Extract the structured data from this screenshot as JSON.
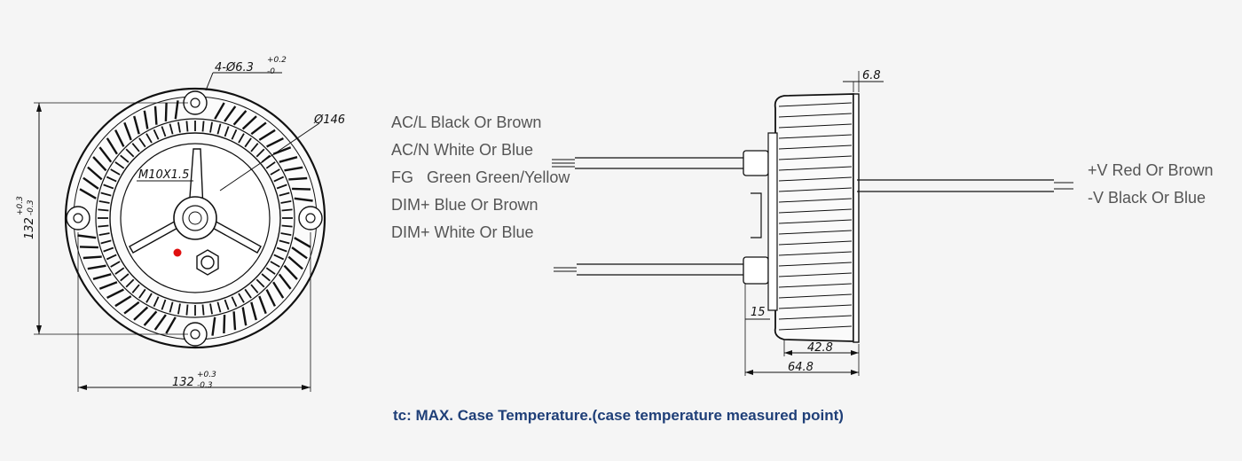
{
  "front_view": {
    "hole_spec": {
      "main": "4-Ø6.3",
      "tol_upper": "+0.2",
      "tol_lower": "-0"
    },
    "diameter": "Ø146",
    "thread": "M10X1.5",
    "height": {
      "main": "132",
      "tol_upper": "+0.3",
      "tol_lower": "-0.3"
    },
    "width": {
      "main": "132",
      "tol_upper": "+0.3",
      "tol_lower": "-0.3"
    },
    "tc_point_color": "#e01010"
  },
  "input_wires": [
    "AC/L Black Or Brown",
    "AC/N White Or Blue",
    "FG   Green Green/Yellow",
    "DIM+ Blue Or Brown",
    "DIM+ White Or Blue"
  ],
  "side_view": {
    "dim_flange": "6.8",
    "dim_gland": "15",
    "dim_body": "42.8",
    "dim_total": "64.8"
  },
  "output_wires": [
    "+V Red Or Brown",
    "-V Black Or Blue"
  ],
  "caption": "tc: MAX. Case Temperature.(case temperature measured point)",
  "colors": {
    "caption": "#1f3f78",
    "labels": "#555555",
    "background": "#f5f5f5"
  }
}
